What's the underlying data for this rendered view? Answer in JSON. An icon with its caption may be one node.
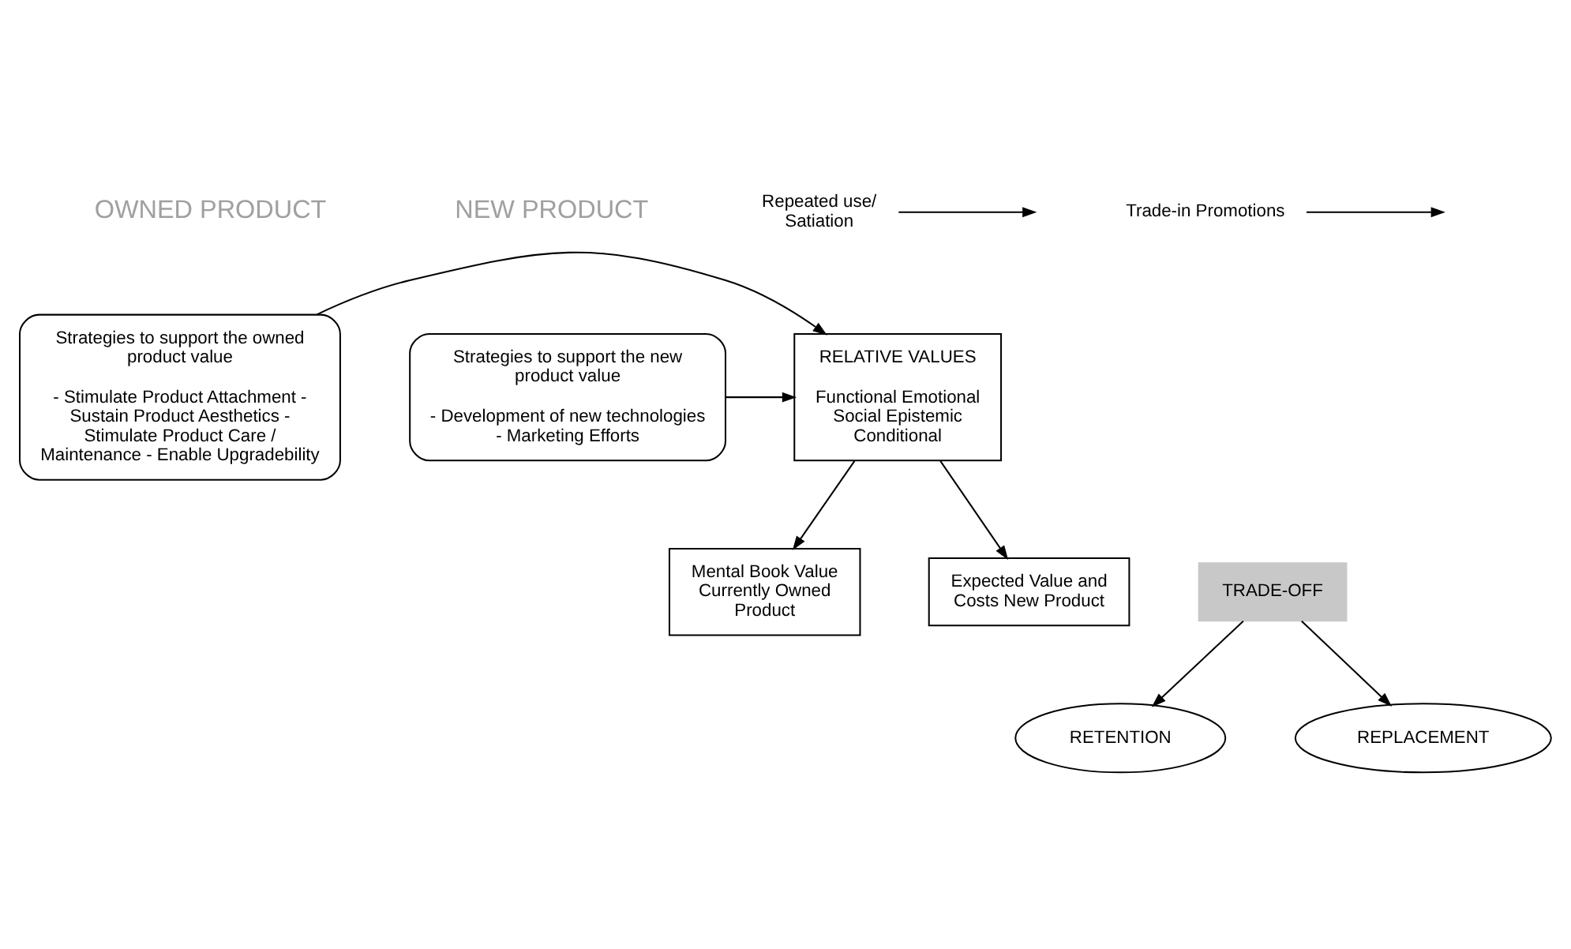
{
  "diagram": {
    "nodes": [
      {
        "text": [
          "Strategies to support the owned product value",
          "- Stimulate Product Attachment - Sustain Product Aesthetics - Stimulate Product Care / Maintenance - Enable Upgradebility"
        ]
      },
      {
        "text": [
          "RELATIVE VALUES",
          "Functional Emotional Social Epistemic Conditional"
        ]
      },
      {
        "text": [
          "Strategies to support the new product value",
          "- Development of new technologies - Marketing Efforts"
        ]
      },
      {
        "text": [
          "Repeated use/ Satiation"
        ]
      },
      {
        "text": [
          "Mental Book Value Currently Owned Product"
        ]
      },
      {
        "text": [
          "TRADE-OFF"
        ]
      },
      {
        "text": [
          "Expected Value and Costs New Product"
        ]
      },
      {
        "text": [
          "Trade-in Promotions"
        ]
      },
      {
        "text": [
          "RETENTION"
        ]
      },
      {
        "text": [
          "REPLACEMENT"
        ]
      }
    ],
    "edges": [
      {
        "from": 0,
        "to": 1,
        "arrow": "to"
      },
      {
        "from": 2,
        "to": 1,
        "arrow": "to"
      },
      {
        "from": 1,
        "to": 4,
        "arrow": "to"
      },
      {
        "from": 1,
        "to": 6,
        "arrow": "to"
      },
      {
        "from": 3,
        "to": null,
        "arrow": "to"
      },
      {
        "from": 5,
        "to": 8,
        "arrow": "to"
      },
      {
        "from": 5,
        "to": 9,
        "arrow": "to"
      },
      {
        "from": 7,
        "to": null,
        "arrow": "to"
      }
    ],
    "labels": [
      "OWNED PRODUCT",
      "NEW PRODUCT"
    ]
  }
}
